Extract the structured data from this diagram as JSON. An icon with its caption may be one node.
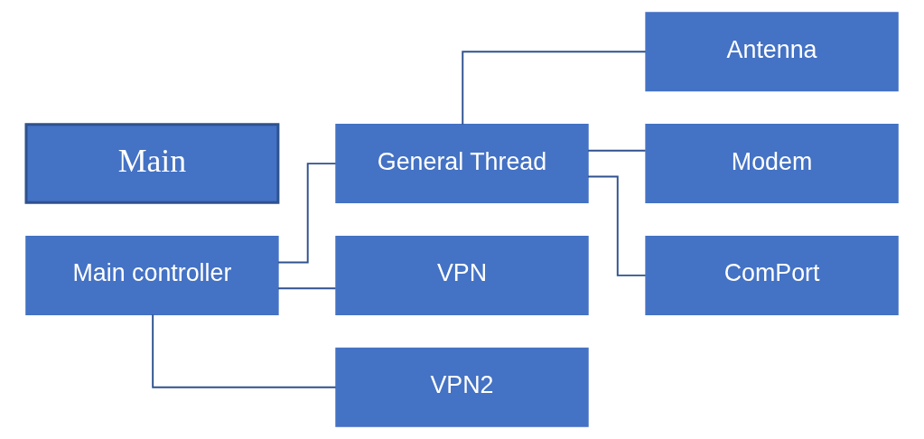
{
  "diagram": {
    "nodes": [
      {
        "text": [
          "Main"
        ]
      },
      {
        "text": [
          "Main controller"
        ]
      },
      {
        "text": [
          "General Thread"
        ]
      },
      {
        "text": [
          "VPN"
        ]
      },
      {
        "text": [
          "VPN2"
        ]
      },
      {
        "text": [
          "Antenna"
        ]
      },
      {
        "text": [
          "Modem"
        ]
      },
      {
        "text": [
          "ComPort"
        ]
      }
    ],
    "edges": [
      {
        "from": 1,
        "to": 2,
        "arrow": "none"
      },
      {
        "from": 1,
        "to": 3,
        "arrow": "none"
      },
      {
        "from": 1,
        "to": 4,
        "arrow": "none"
      },
      {
        "from": 2,
        "to": 5,
        "arrow": "none"
      },
      {
        "from": 2,
        "to": 6,
        "arrow": "none"
      },
      {
        "from": 2,
        "to": 7,
        "arrow": "none"
      }
    ]
  }
}
